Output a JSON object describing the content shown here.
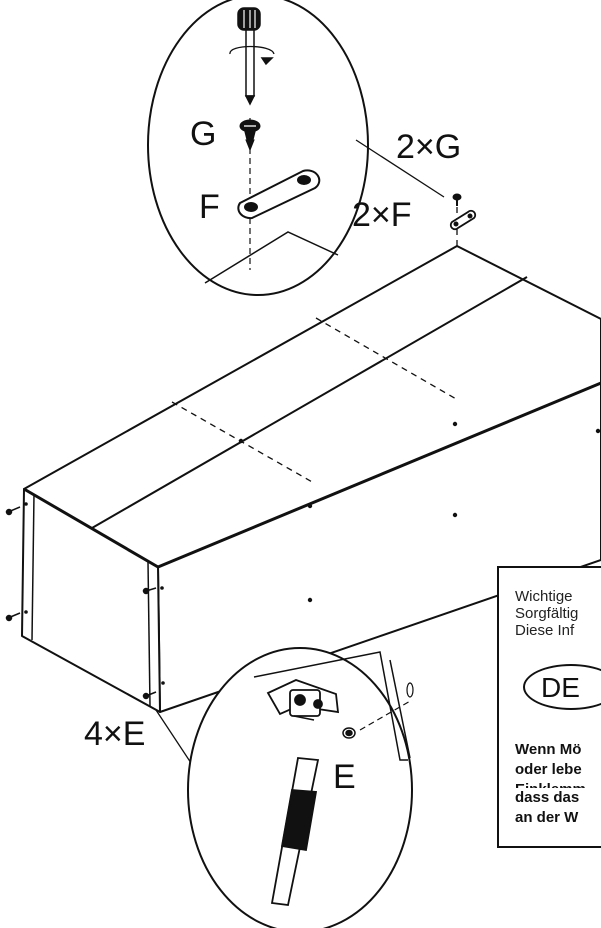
{
  "labels": {
    "part_g": "G",
    "part_f": "F",
    "qty_g": "2×G",
    "qty_f": "2×F",
    "qty_e": "4×E",
    "part_e": "E"
  },
  "notice": {
    "lines": [
      "Wichtige",
      "Sorgfältig",
      "Diese Inf"
    ],
    "language": "DE",
    "bold_lines": [
      "Wenn Mö",
      "oder lebe",
      "Einklemm",
      "dass das",
      "an der W"
    ]
  },
  "icons": {
    "screwdriver": "screwdriver-icon",
    "hammer": "hammer-icon",
    "screw": "screw-icon",
    "bracket": "bracket-icon",
    "nail": "nail-icon"
  }
}
